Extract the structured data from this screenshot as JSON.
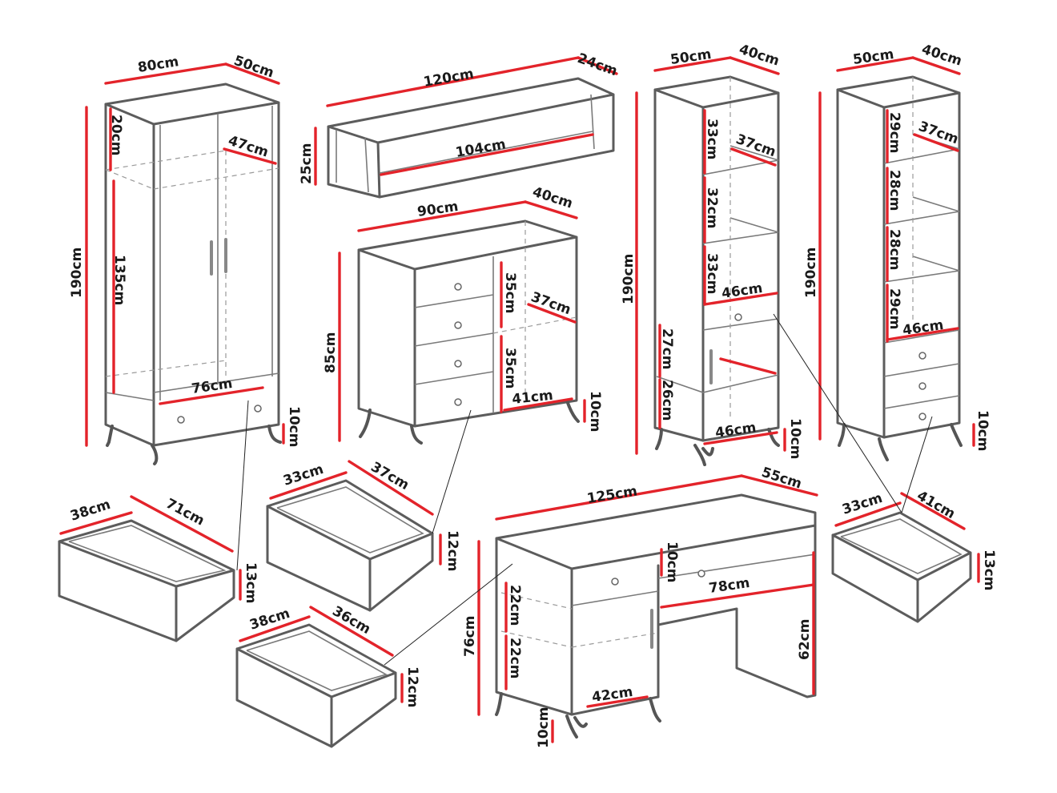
{
  "labels": {
    "wardrobe": {
      "width": "80cm",
      "depth": "50cm",
      "height": "190cm",
      "top_section": "20cm",
      "inner_depth": "47cm",
      "hanging": "135cm",
      "drawer_width": "76cm",
      "leg_height": "10cm"
    },
    "wardrobe_drawer": {
      "depth": "38cm",
      "width": "71cm",
      "height": "13cm"
    },
    "wall_shelf": {
      "width": "120cm",
      "depth": "24cm",
      "height": "25cm",
      "inner_width": "104cm"
    },
    "chest": {
      "width": "90cm",
      "depth": "40cm",
      "height": "85cm",
      "shelf_upper": "35cm",
      "shelf_depth": "37cm",
      "shelf_lower": "35cm",
      "inner_width": "41cm",
      "leg_height": "10cm"
    },
    "chest_drawer": {
      "depth": "33cm",
      "width": "37cm",
      "height": "12cm"
    },
    "desk_drawer": {
      "depth": "38cm",
      "width": "36cm",
      "height": "12cm"
    },
    "bookcase_door": {
      "width": "50cm",
      "depth": "40cm",
      "height": "190cm",
      "shelf_1": "33cm",
      "shelf_depth": "37cm",
      "shelf_2": "32cm",
      "shelf_3": "33cm",
      "shelf_width": "46cm",
      "door_upper": "27cm",
      "door_lower": "26cm",
      "bottom_width": "46cm",
      "leg_height": "10cm"
    },
    "bookcase_drawers": {
      "width": "50cm",
      "depth": "40cm",
      "height": "190cm",
      "shelf_1": "29cm",
      "shelf_depth": "37cm",
      "shelf_2": "28cm",
      "shelf_3": "28cm",
      "shelf_4": "29cm",
      "shelf_width": "46cm",
      "leg_height": "10cm"
    },
    "bookcase_drawer": {
      "depth": "33cm",
      "width": "41cm",
      "height": "13cm"
    },
    "desk": {
      "width": "125cm",
      "depth": "55cm",
      "height": "76cm",
      "drawer_height": "10cm",
      "knee_width": "78cm",
      "knee_height": "62cm",
      "shelf_upper": "22cm",
      "shelf_lower": "22cm",
      "inner_width": "42cm",
      "leg_height": "10cm"
    }
  },
  "colors": {
    "dimension_line": "#e3232a",
    "outline": "#5c5c5c",
    "background": "#ffffff"
  }
}
